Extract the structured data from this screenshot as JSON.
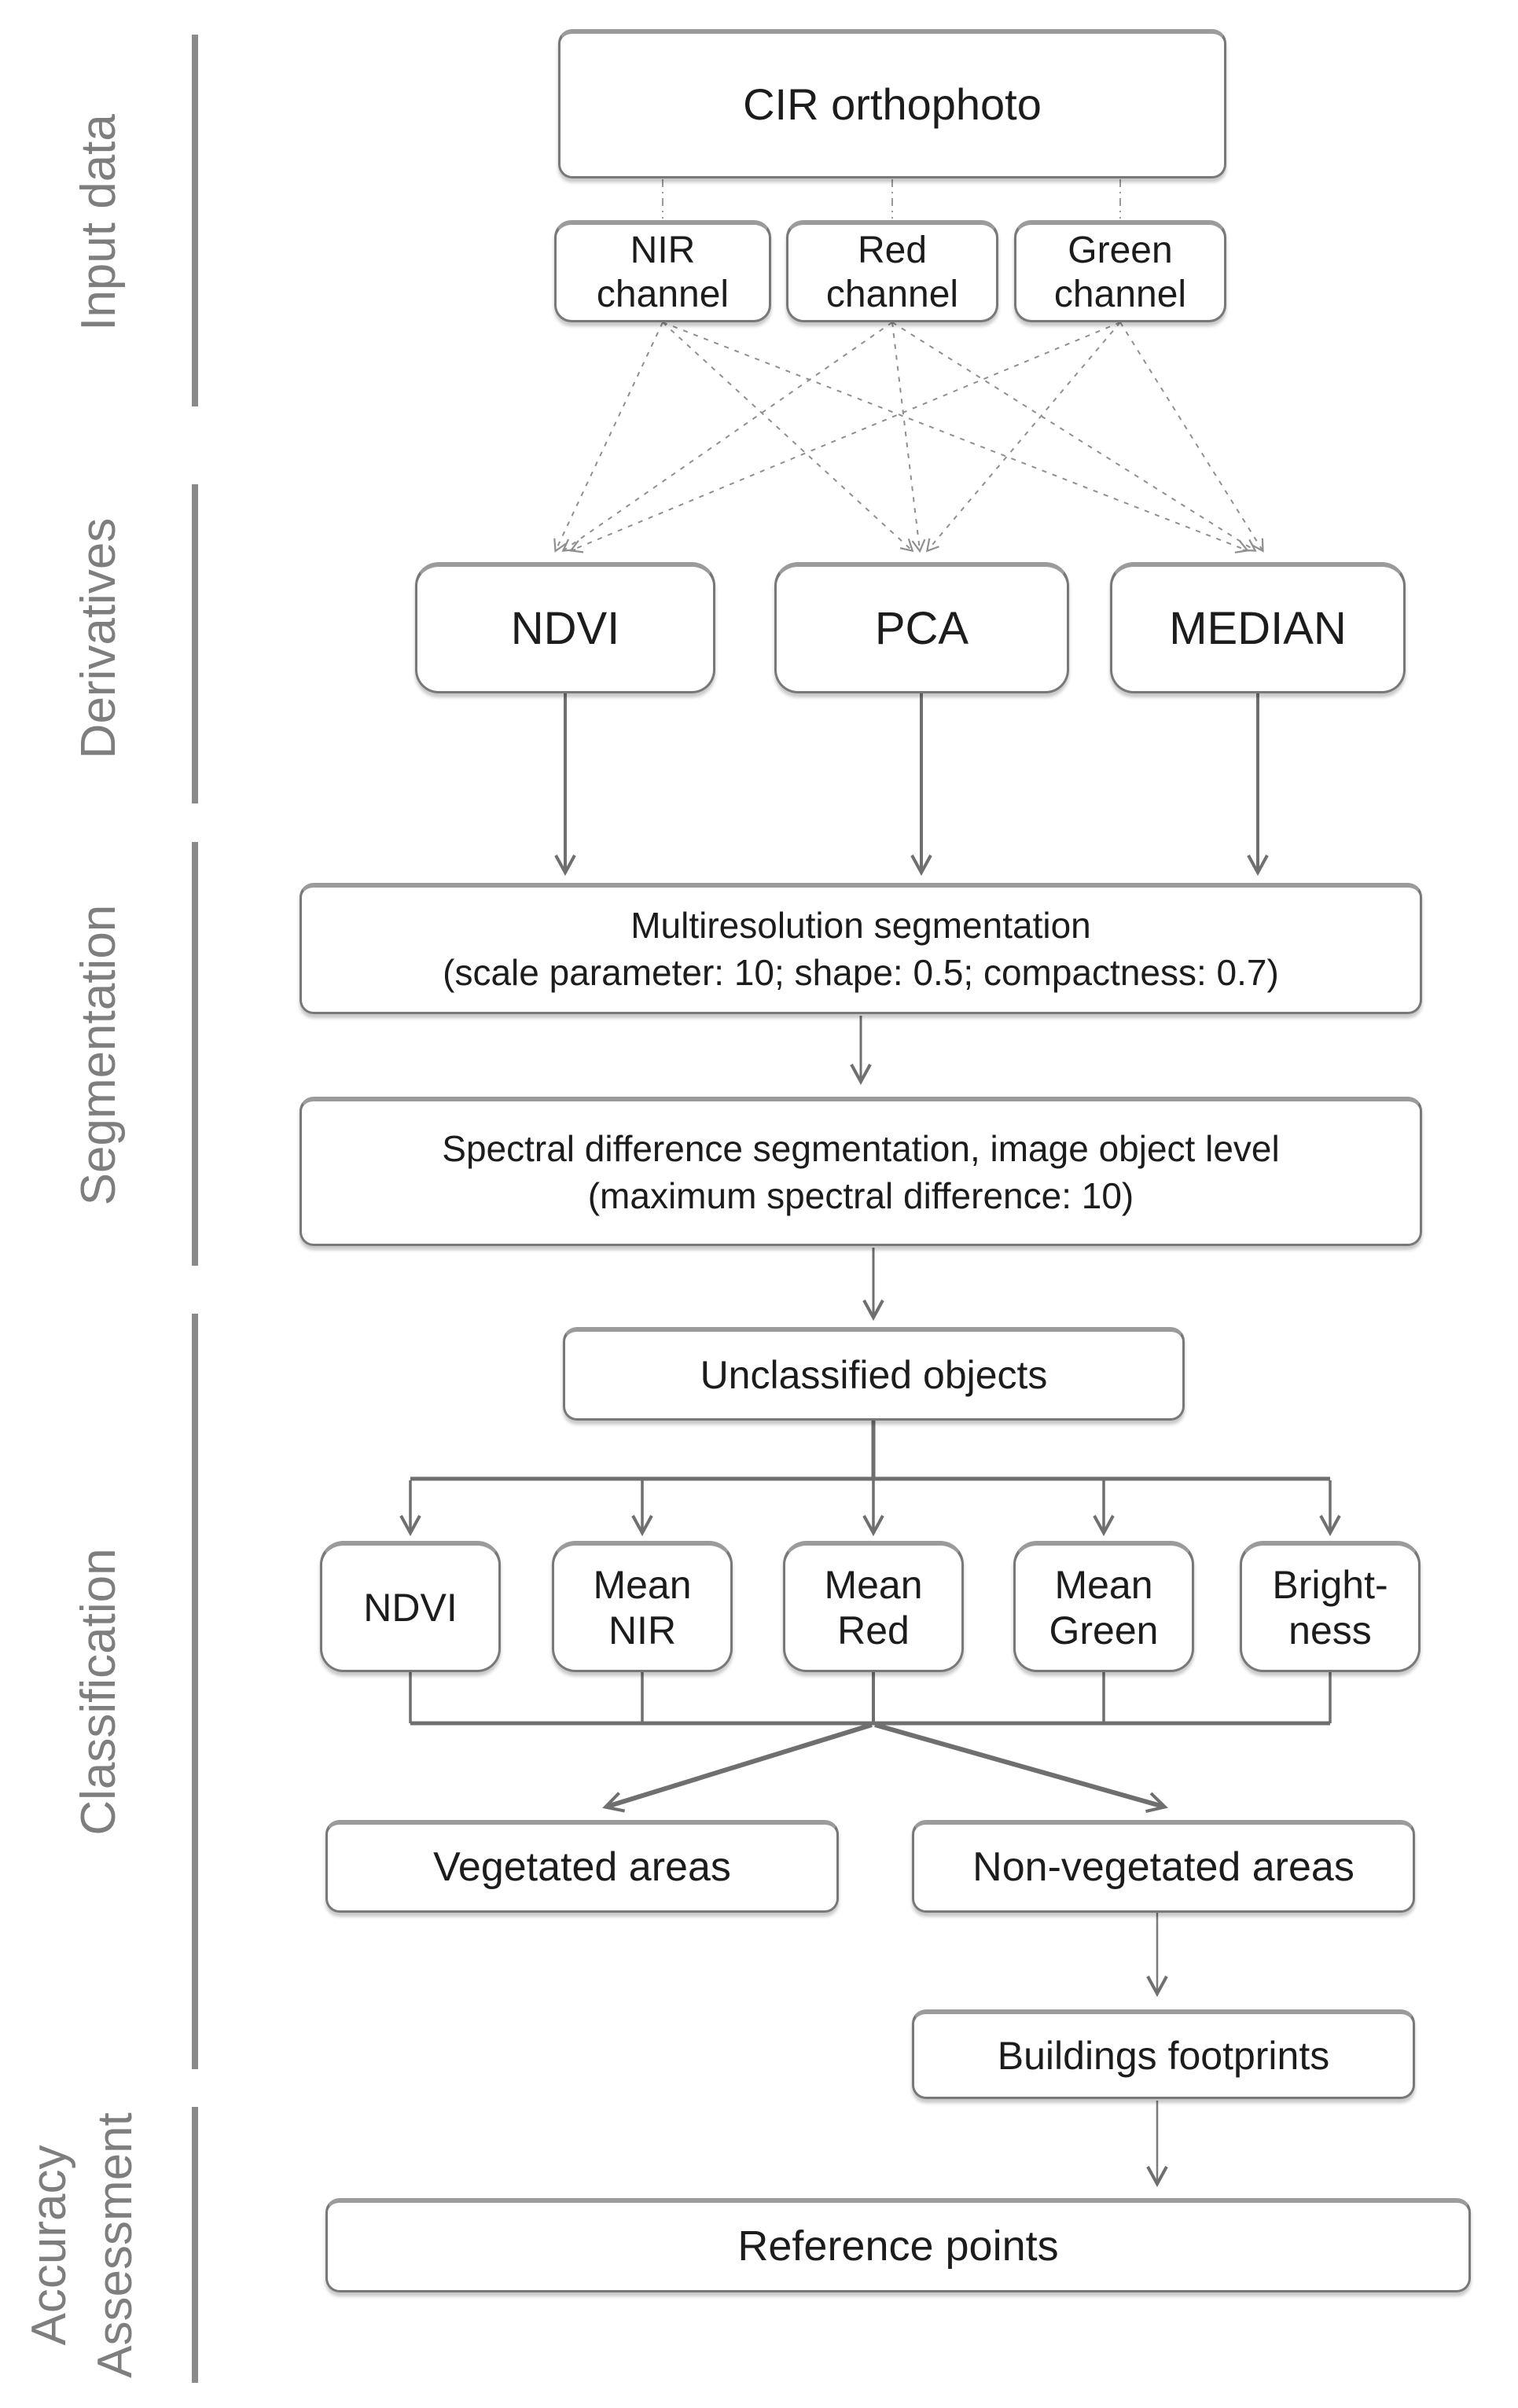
{
  "diagram": {
    "sections": [
      {
        "label": "Input data"
      },
      {
        "label": "Derivatives"
      },
      {
        "label": "Segmentation"
      },
      {
        "label": "Classification"
      },
      {
        "label": "Accuracy\nAssessment"
      }
    ],
    "nodes": {
      "cir": "CIR orthophoto",
      "nir": "NIR\nchannel",
      "red": "Red\nchannel",
      "green": "Green\nchannel",
      "ndvi": "NDVI",
      "pca": "PCA",
      "median": "MEDIAN",
      "multires": "Multiresolution segmentation\n(scale parameter: 10; shape: 0.5; compactness: 0.7)",
      "spectral": "Spectral difference segmentation, image object level\n(maximum spectral difference: 10)",
      "unclassified": "Unclassified objects",
      "feat_ndvi": "NDVI",
      "feat_nir": "Mean\nNIR",
      "feat_red": "Mean\nRed",
      "feat_green": "Mean\nGreen",
      "feat_brightness": "Bright-\nness",
      "vegetated": "Vegetated areas",
      "nonvegetated": "Non-vegetated areas",
      "buildings": "Buildings footprints",
      "reference": "Reference points"
    },
    "colors": {
      "box_border": "#787878",
      "box_top_edge": "#9b9b9b",
      "line": "#6f6f6f",
      "dashed_line": "#8f8f8f",
      "text": "#1c1c1c",
      "sidebar_text": "#7e7e7e",
      "sidebar_bar": "#8a8a8a"
    }
  }
}
